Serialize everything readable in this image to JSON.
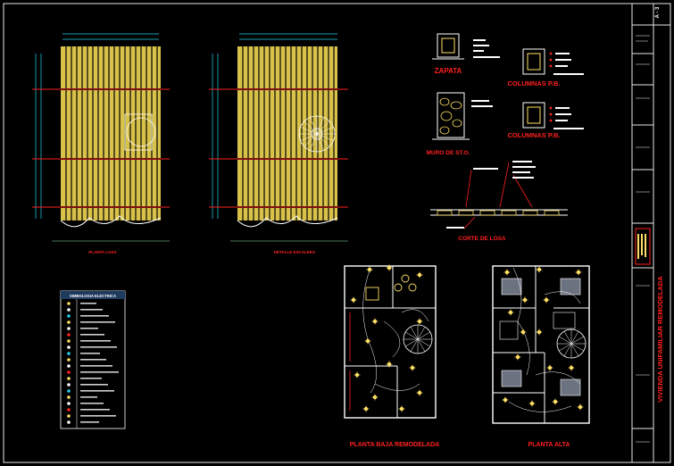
{
  "drawing": {
    "background": "#000000",
    "frame_color": "#e6e6e6",
    "accent_red": "#ff2020",
    "accent_yellow": "#ffe066",
    "accent_cyan": "#22d3ee"
  },
  "labels": {
    "losa1": "PLANTA LOSA",
    "losa2": "DETALLE ESCALERA",
    "zapata": "ZAPATA",
    "columna1": "COLUMNAS P.B.",
    "columna2": "COLUMNAS P.B.",
    "muro": "MURO DE ST.O.",
    "corte_losa": "CORTE DE LOSA",
    "planta_baja": "PLANTA BAJA REMODELADA",
    "planta_alta": "PLANTA ALTA",
    "legend_title": "SIMBOLOGIA ELECTRICA",
    "scale": "A - 3",
    "title_block": "VIVIENDA UNIFAMILIAR REMODELADA"
  }
}
